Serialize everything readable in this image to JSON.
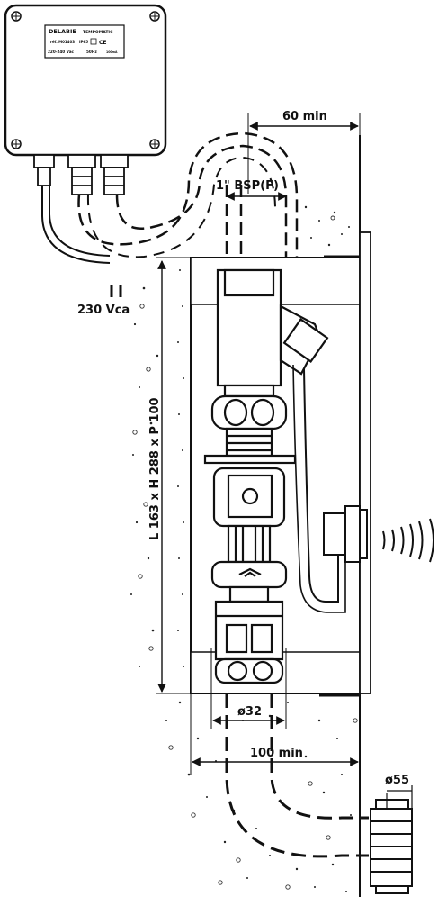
{
  "control_box": {
    "brand": "DELABIE",
    "product": "TEMPOMATIC",
    "ref": "réf. M01403",
    "ip": "IP65",
    "ce": "CE",
    "voltage": "220-240 Vac",
    "freq": "50Hz",
    "current": "100mA"
  },
  "dimensions": {
    "offset": "60 min",
    "thread": "1\" BSP(F)",
    "supply": "230 Vca",
    "box_size": "L 163 x H 288 x P 100",
    "pipe_diameter": "ø32",
    "min_width": "100 min",
    "outlet_diameter": "ø55"
  }
}
